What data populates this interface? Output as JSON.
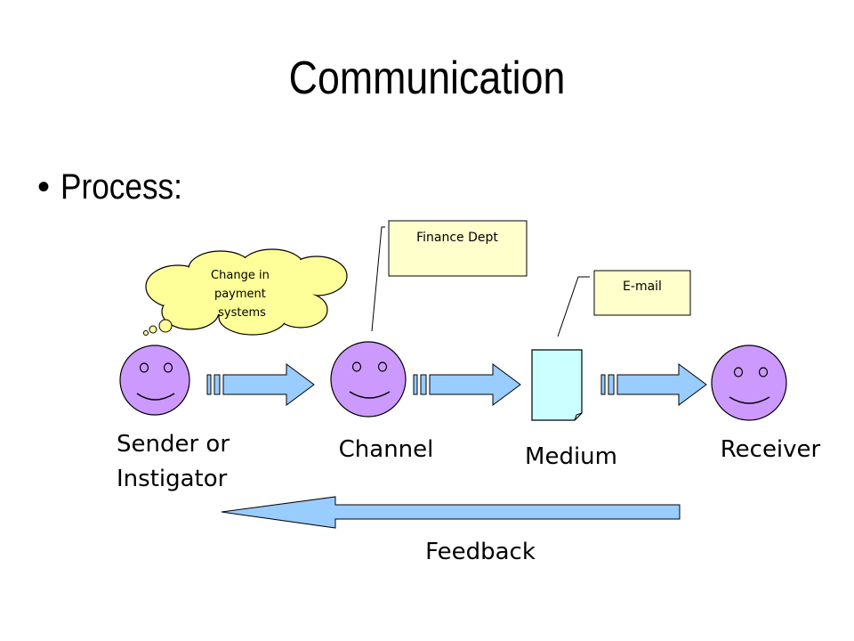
{
  "title": "Communication",
  "bullet": {
    "marker": "•",
    "text": "Process:"
  },
  "thought": {
    "lines": [
      "Change in",
      "payment",
      "systems"
    ]
  },
  "callouts": {
    "finance": "Finance Dept",
    "email": "E-mail"
  },
  "nodes": {
    "sender": [
      "Sender or",
      "Instigator"
    ],
    "channel": "Channel",
    "medium": "Medium",
    "receiver": "Receiver"
  },
  "feedback": "Feedback",
  "colors": {
    "face": "#cc99ff",
    "arrow": "#99ccff",
    "cloud": "#ffff99",
    "callout": "#ffffcc",
    "document": "#ccffff"
  }
}
